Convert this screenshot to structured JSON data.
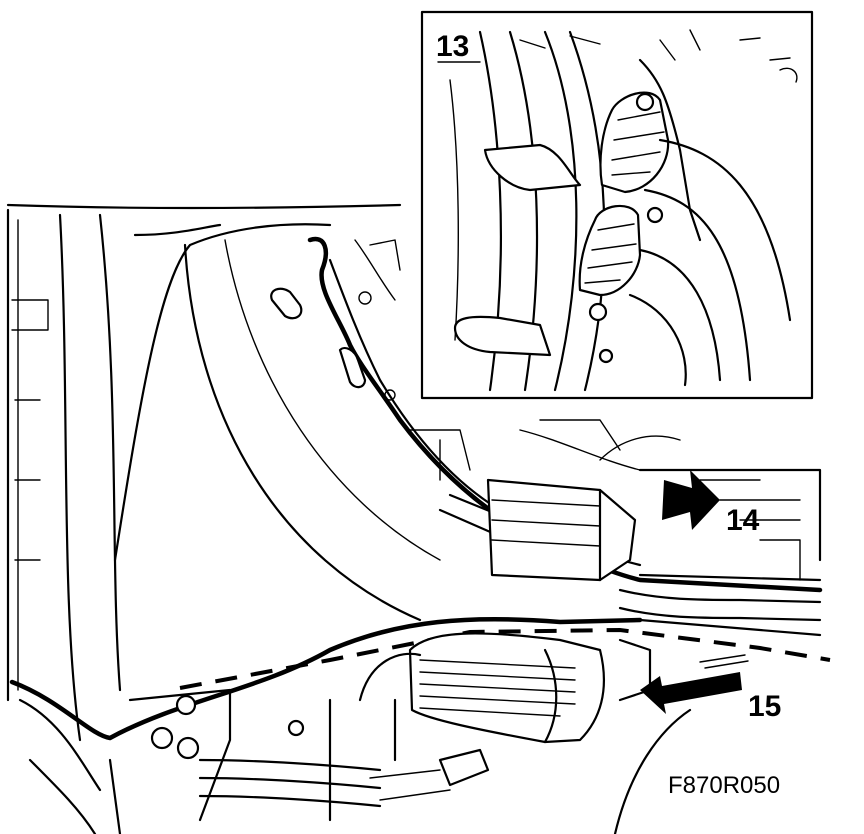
{
  "callouts": {
    "inset_step": "13",
    "arrow_up_step": "14",
    "arrow_down_step": "15"
  },
  "figure_code": "F870R050",
  "colors": {
    "ink": "#000000",
    "paper": "#ffffff"
  }
}
